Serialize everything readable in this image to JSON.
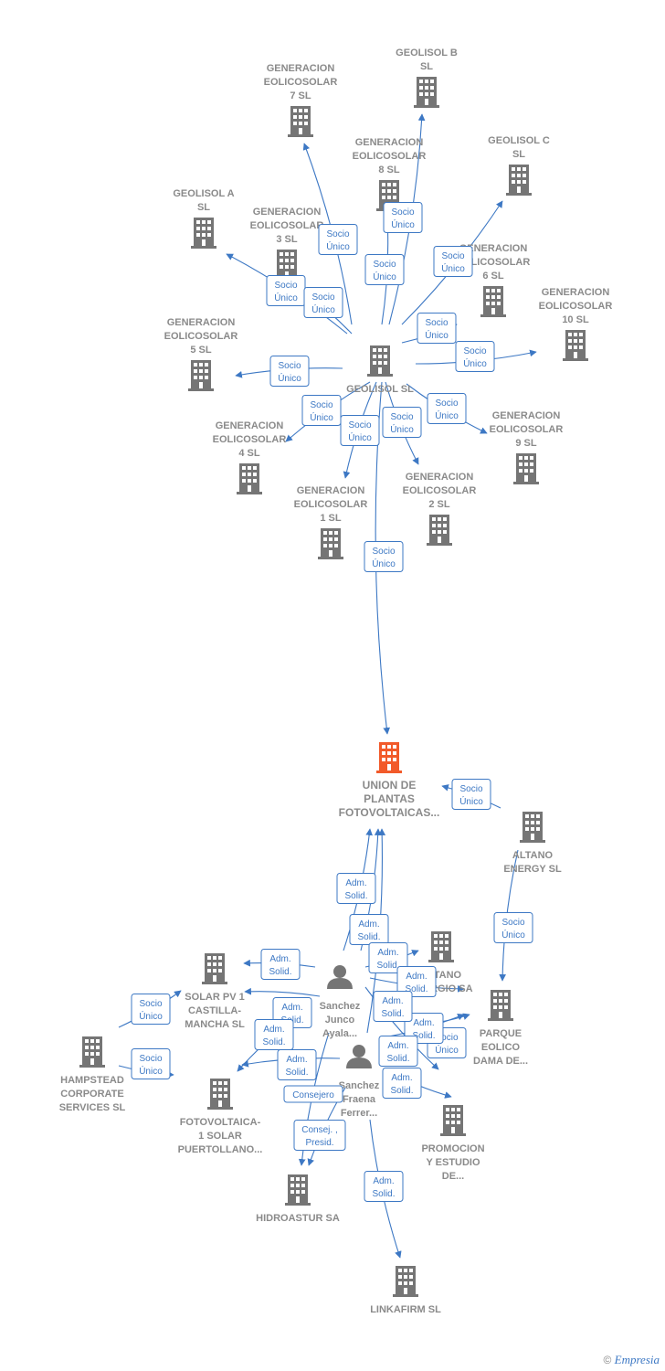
{
  "colors": {
    "edge": "#3d78c4",
    "node": "#757575",
    "focus": "#f25a2a",
    "box_border": "#3d78c4",
    "text": "#8a8a8a"
  },
  "nodes": [
    {
      "id": "geolisol",
      "type": "company",
      "label": [
        "GEOLISOL  SL"
      ],
      "icon": "building-icon"
    },
    {
      "id": "gen7",
      "type": "company",
      "label": [
        "GENERACION",
        "EOLICOSOLAR",
        "7  SL"
      ],
      "icon": "building-icon"
    },
    {
      "id": "geolisolb",
      "type": "company",
      "label": [
        "GEOLISOL B",
        "SL"
      ],
      "icon": "building-icon"
    },
    {
      "id": "gen8",
      "type": "company",
      "label": [
        "GENERACION",
        "EOLICOSOLAR",
        "8  SL"
      ],
      "icon": "building-icon"
    },
    {
      "id": "geolisolc",
      "type": "company",
      "label": [
        "GEOLISOL C",
        "SL"
      ],
      "icon": "building-icon"
    },
    {
      "id": "geolisola",
      "type": "company",
      "label": [
        "GEOLISOL A",
        "SL"
      ],
      "icon": "building-icon"
    },
    {
      "id": "gen3",
      "type": "company",
      "label": [
        "GENERACION",
        "EOLICOSOLAR",
        "3  SL"
      ],
      "icon": "building-icon"
    },
    {
      "id": "gen6",
      "type": "company",
      "label": [
        "GENERACION",
        "EOLICOSOLAR",
        "6  SL"
      ],
      "icon": "building-icon"
    },
    {
      "id": "gen10",
      "type": "company",
      "label": [
        "GENERACION",
        "EOLICOSOLAR",
        "10  SL"
      ],
      "icon": "building-icon"
    },
    {
      "id": "gen5",
      "type": "company",
      "label": [
        "GENERACION",
        "EOLICOSOLAR",
        "5  SL"
      ],
      "icon": "building-icon"
    },
    {
      "id": "gen4",
      "type": "company",
      "label": [
        "GENERACION",
        "EOLICOSOLAR",
        "4  SL"
      ],
      "icon": "building-icon"
    },
    {
      "id": "gen9",
      "type": "company",
      "label": [
        "GENERACION",
        "EOLICOSOLAR",
        "9  SL"
      ],
      "icon": "building-icon"
    },
    {
      "id": "gen1",
      "type": "company",
      "label": [
        "GENERACION",
        "EOLICOSOLAR",
        "1  SL"
      ],
      "icon": "building-icon"
    },
    {
      "id": "gen2",
      "type": "company",
      "label": [
        "GENERACION",
        "EOLICOSOLAR",
        "2  SL"
      ],
      "icon": "building-icon"
    },
    {
      "id": "union",
      "type": "company",
      "focus": true,
      "label": [
        "UNION DE",
        "PLANTAS",
        "FOTOVOLTAICAS..."
      ],
      "icon": "building-icon"
    },
    {
      "id": "altano",
      "type": "company",
      "label": [
        "ALTANO",
        "ENERGY  SL"
      ],
      "icon": "building-icon"
    },
    {
      "id": "altano_sa",
      "type": "company",
      "label": [
        "ALTANO",
        "ENERGIO SA"
      ],
      "icon": "building-icon"
    },
    {
      "id": "parque",
      "type": "company",
      "label": [
        "PARQUE",
        "EOLICO",
        "DAMA DE..."
      ],
      "icon": "building-icon"
    },
    {
      "id": "solarpv",
      "type": "company",
      "label": [
        "SOLAR PV 1",
        "CASTILLA-",
        "MANCHA  SL"
      ],
      "icon": "building-icon"
    },
    {
      "id": "hampstead",
      "type": "company",
      "label": [
        "HAMPSTEAD",
        "CORPORATE",
        "SERVICES  SL"
      ],
      "icon": "building-icon"
    },
    {
      "id": "fotovoltaica",
      "type": "company",
      "label": [
        "FOTOVOLTAICA-",
        "1 SOLAR",
        "PUERTOLLANO..."
      ],
      "icon": "building-icon"
    },
    {
      "id": "promocion",
      "type": "company",
      "label": [
        "PROMOCION",
        "Y ESTUDIO",
        "DE..."
      ],
      "icon": "building-icon"
    },
    {
      "id": "hidroastur",
      "type": "company",
      "label": [
        "HIDROASTUR SA"
      ],
      "icon": "building-icon"
    },
    {
      "id": "linkafirm",
      "type": "company",
      "label": [
        "LINKAFIRM SL"
      ],
      "icon": "building-icon"
    },
    {
      "id": "sanchez1",
      "type": "person",
      "label": [
        "Sanchez",
        "Junco",
        "Ayala..."
      ],
      "icon": "person-icon"
    },
    {
      "id": "sanchez2",
      "type": "person",
      "label": [
        "Sanchez",
        "Fraena",
        "Ferrer..."
      ],
      "icon": "person-icon"
    }
  ],
  "edges": [
    {
      "label": [
        "Socio",
        "Único"
      ]
    },
    {
      "label": [
        "Socio",
        "Único"
      ]
    },
    {
      "label": [
        "Socio",
        "Único"
      ]
    },
    {
      "label": [
        "Socio",
        "Único"
      ]
    },
    {
      "label": [
        "Socio",
        "Único"
      ]
    },
    {
      "label": [
        "Socio",
        "Único"
      ]
    },
    {
      "label": [
        "Socio",
        "Único"
      ]
    },
    {
      "label": [
        "Socio",
        "Único"
      ]
    },
    {
      "label": [
        "Socio",
        "Único"
      ]
    },
    {
      "label": [
        "Socio",
        "Único"
      ]
    },
    {
      "label": [
        "Socio",
        "Único"
      ]
    },
    {
      "label": [
        "Socio",
        "Único"
      ]
    },
    {
      "label": [
        "Socio",
        "Único"
      ]
    },
    {
      "label": [
        "Socio",
        "Único"
      ]
    },
    {
      "label": [
        "Socio",
        "Único"
      ]
    },
    {
      "label": [
        "Socio",
        "Único"
      ]
    },
    {
      "label": [
        "Socio",
        "Único"
      ]
    },
    {
      "label": [
        "Socio",
        "Único"
      ]
    },
    {
      "label": [
        "Socio",
        "Único"
      ]
    },
    {
      "label": [
        "Adm.",
        "Solid."
      ]
    },
    {
      "label": [
        "Adm.",
        "Solid."
      ]
    },
    {
      "label": [
        "Adm.",
        "Solid."
      ]
    },
    {
      "label": [
        "Adm.",
        "Solid."
      ]
    },
    {
      "label": [
        "Adm.",
        "Solid."
      ]
    },
    {
      "label": [
        "Adm.",
        "Solid."
      ]
    },
    {
      "label": [
        "Adm.",
        "Solid."
      ]
    },
    {
      "label": [
        "Adm.",
        "Solid."
      ]
    },
    {
      "label": [
        "Adm.",
        "Solid."
      ]
    },
    {
      "label": [
        "Adm.",
        "Solid."
      ]
    },
    {
      "label": [
        "Adm.",
        "Solid."
      ]
    },
    {
      "label": [
        "Adm.",
        "Solid."
      ]
    },
    {
      "label": [
        "Adm.",
        "Solid."
      ]
    },
    {
      "label": [
        "Consejero"
      ]
    },
    {
      "label": [
        "Consej. ,",
        "Presid."
      ]
    }
  ],
  "footer": {
    "copyright": "©",
    "brand": "Empresia"
  }
}
